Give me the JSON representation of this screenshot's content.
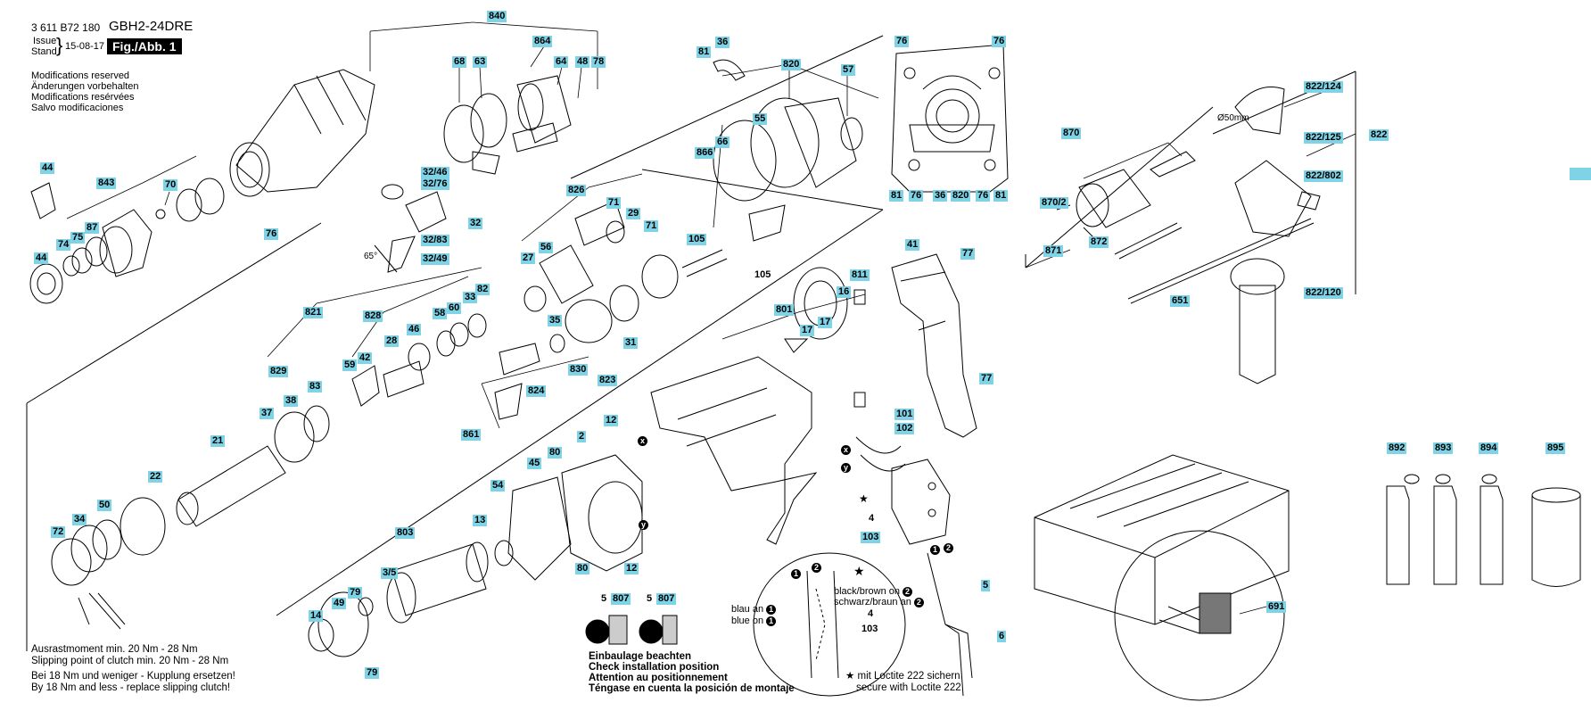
{
  "header": {
    "part_number": "3 611 B72 180",
    "model": "GBH2-24DRE",
    "issue_label": "Issue",
    "stand_label": "Stand",
    "date": "15-08-17",
    "fig_label": "Fig./Abb. 1"
  },
  "modifications": [
    "Modifications reserved",
    "Änderungen vorbehalten",
    "Modifications resérvées",
    "Salvo modificaciones"
  ],
  "clutch_notes": [
    "Ausrastmoment min. 20 Nm - 28 Nm",
    "Slipping point of clutch min. 20 Nm - 28 Nm",
    "Bei 18 Nm und weniger - Kupplung ersetzen!",
    "By 18 Nm and less - replace slipping clutch!"
  ],
  "installation_notes": [
    "Einbaulage beachten",
    "Check installation position",
    "Attention au positionnement",
    "Téngase en cuenta la posición de montaje"
  ],
  "loctite_notes": [
    "★ mit Loctite 222 sichern",
    "secure with Loctite 222"
  ],
  "wiring_notes": {
    "blue_an": "blau an",
    "blue_on": "blue on",
    "black_brown_on": "black/brown on",
    "schwarz_braun_an": "schwarz/braun an",
    "circle_1": "1",
    "circle_2": "2",
    "star": "★"
  },
  "misc_text": {
    "diameter": "Ø50mm",
    "angle": "65°",
    "x_mark": "x",
    "y_mark": "y"
  },
  "part_labels": [
    {
      "id": "840",
      "text": "840"
    },
    {
      "id": "864",
      "text": "864"
    },
    {
      "id": "68",
      "text": "68"
    },
    {
      "id": "63",
      "text": "63"
    },
    {
      "id": "64",
      "text": "64"
    },
    {
      "id": "48",
      "text": "48"
    },
    {
      "id": "78",
      "text": "78"
    },
    {
      "id": "44a",
      "text": "44"
    },
    {
      "id": "843",
      "text": "843"
    },
    {
      "id": "70",
      "text": "70"
    },
    {
      "id": "87",
      "text": "87"
    },
    {
      "id": "75",
      "text": "75"
    },
    {
      "id": "74",
      "text": "74"
    },
    {
      "id": "44b",
      "text": "44"
    },
    {
      "id": "32_46",
      "text": "32/46"
    },
    {
      "id": "32_76",
      "text": "32/76"
    },
    {
      "id": "32",
      "text": "32"
    },
    {
      "id": "32_83",
      "text": "32/83"
    },
    {
      "id": "32_49",
      "text": "32/49"
    },
    {
      "id": "76a",
      "text": "76"
    },
    {
      "id": "81",
      "text": "81"
    },
    {
      "id": "36a",
      "text": "36"
    },
    {
      "id": "820a",
      "text": "820"
    },
    {
      "id": "57",
      "text": "57"
    },
    {
      "id": "55",
      "text": "55"
    },
    {
      "id": "66",
      "text": "66"
    },
    {
      "id": "866",
      "text": "866"
    },
    {
      "id": "105a",
      "text": "105"
    },
    {
      "id": "105b",
      "text": "105"
    },
    {
      "id": "76b",
      "text": "76"
    },
    {
      "id": "76c",
      "text": "76"
    },
    {
      "id": "81b",
      "text": "81"
    },
    {
      "id": "76d",
      "text": "76"
    },
    {
      "id": "36b",
      "text": "36"
    },
    {
      "id": "820b",
      "text": "820"
    },
    {
      "id": "76e",
      "text": "76"
    },
    {
      "id": "81c",
      "text": "81"
    },
    {
      "id": "826",
      "text": "826"
    },
    {
      "id": "71a",
      "text": "71"
    },
    {
      "id": "29",
      "text": "29"
    },
    {
      "id": "71b",
      "text": "71"
    },
    {
      "id": "27",
      "text": "27"
    },
    {
      "id": "56",
      "text": "56"
    },
    {
      "id": "821",
      "text": "821"
    },
    {
      "id": "828",
      "text": "828"
    },
    {
      "id": "60",
      "text": "60"
    },
    {
      "id": "33",
      "text": "33"
    },
    {
      "id": "82",
      "text": "82"
    },
    {
      "id": "58",
      "text": "58"
    },
    {
      "id": "46",
      "text": "46"
    },
    {
      "id": "28",
      "text": "28"
    },
    {
      "id": "42",
      "text": "42"
    },
    {
      "id": "59",
      "text": "59"
    },
    {
      "id": "829",
      "text": "829"
    },
    {
      "id": "38",
      "text": "38"
    },
    {
      "id": "83",
      "text": "83"
    },
    {
      "id": "37",
      "text": "37"
    },
    {
      "id": "21",
      "text": "21"
    },
    {
      "id": "22",
      "text": "22"
    },
    {
      "id": "50",
      "text": "50"
    },
    {
      "id": "34",
      "text": "34"
    },
    {
      "id": "72",
      "text": "72"
    },
    {
      "id": "35",
      "text": "35"
    },
    {
      "id": "830",
      "text": "830"
    },
    {
      "id": "31",
      "text": "31"
    },
    {
      "id": "824",
      "text": "824"
    },
    {
      "id": "823",
      "text": "823"
    },
    {
      "id": "861",
      "text": "861"
    },
    {
      "id": "41",
      "text": "41"
    },
    {
      "id": "77a",
      "text": "77"
    },
    {
      "id": "811",
      "text": "811"
    },
    {
      "id": "16",
      "text": "16"
    },
    {
      "id": "801",
      "text": "801"
    },
    {
      "id": "17a",
      "text": "17"
    },
    {
      "id": "17b",
      "text": "17"
    },
    {
      "id": "77b",
      "text": "77"
    },
    {
      "id": "101",
      "text": "101"
    },
    {
      "id": "102",
      "text": "102"
    },
    {
      "id": "12a",
      "text": "12"
    },
    {
      "id": "80a",
      "text": "80"
    },
    {
      "id": "2",
      "text": "2"
    },
    {
      "id": "45",
      "text": "45"
    },
    {
      "id": "54",
      "text": "54"
    },
    {
      "id": "13",
      "text": "13"
    },
    {
      "id": "803",
      "text": "803"
    },
    {
      "id": "3_5",
      "text": "3/5"
    },
    {
      "id": "49",
      "text": "49"
    },
    {
      "id": "79a",
      "text": "79"
    },
    {
      "id": "14",
      "text": "14"
    },
    {
      "id": "79b",
      "text": "79"
    },
    {
      "id": "80b",
      "text": "80"
    },
    {
      "id": "12b",
      "text": "12"
    },
    {
      "id": "4a",
      "text": "4"
    },
    {
      "id": "103a",
      "text": "103"
    },
    {
      "id": "5a",
      "text": "5"
    },
    {
      "id": "807a",
      "text": "807"
    },
    {
      "id": "5b",
      "text": "5"
    },
    {
      "id": "807b",
      "text": "807"
    },
    {
      "id": "4b",
      "text": "4"
    },
    {
      "id": "103b",
      "text": "103"
    },
    {
      "id": "5c",
      "text": "5"
    },
    {
      "id": "6",
      "text": "6"
    },
    {
      "id": "870",
      "text": "870"
    },
    {
      "id": "870_2",
      "text": "870/2"
    },
    {
      "id": "871",
      "text": "871"
    },
    {
      "id": "872",
      "text": "872"
    },
    {
      "id": "651",
      "text": "651"
    },
    {
      "id": "822_124",
      "text": "822/124"
    },
    {
      "id": "822_125",
      "text": "822/125"
    },
    {
      "id": "822",
      "text": "822"
    },
    {
      "id": "822_802",
      "text": "822/802"
    },
    {
      "id": "822_120",
      "text": "822/120"
    },
    {
      "id": "892",
      "text": "892"
    },
    {
      "id": "893",
      "text": "893"
    },
    {
      "id": "894",
      "text": "894"
    },
    {
      "id": "895",
      "text": "895"
    },
    {
      "id": "691",
      "text": "691"
    }
  ]
}
